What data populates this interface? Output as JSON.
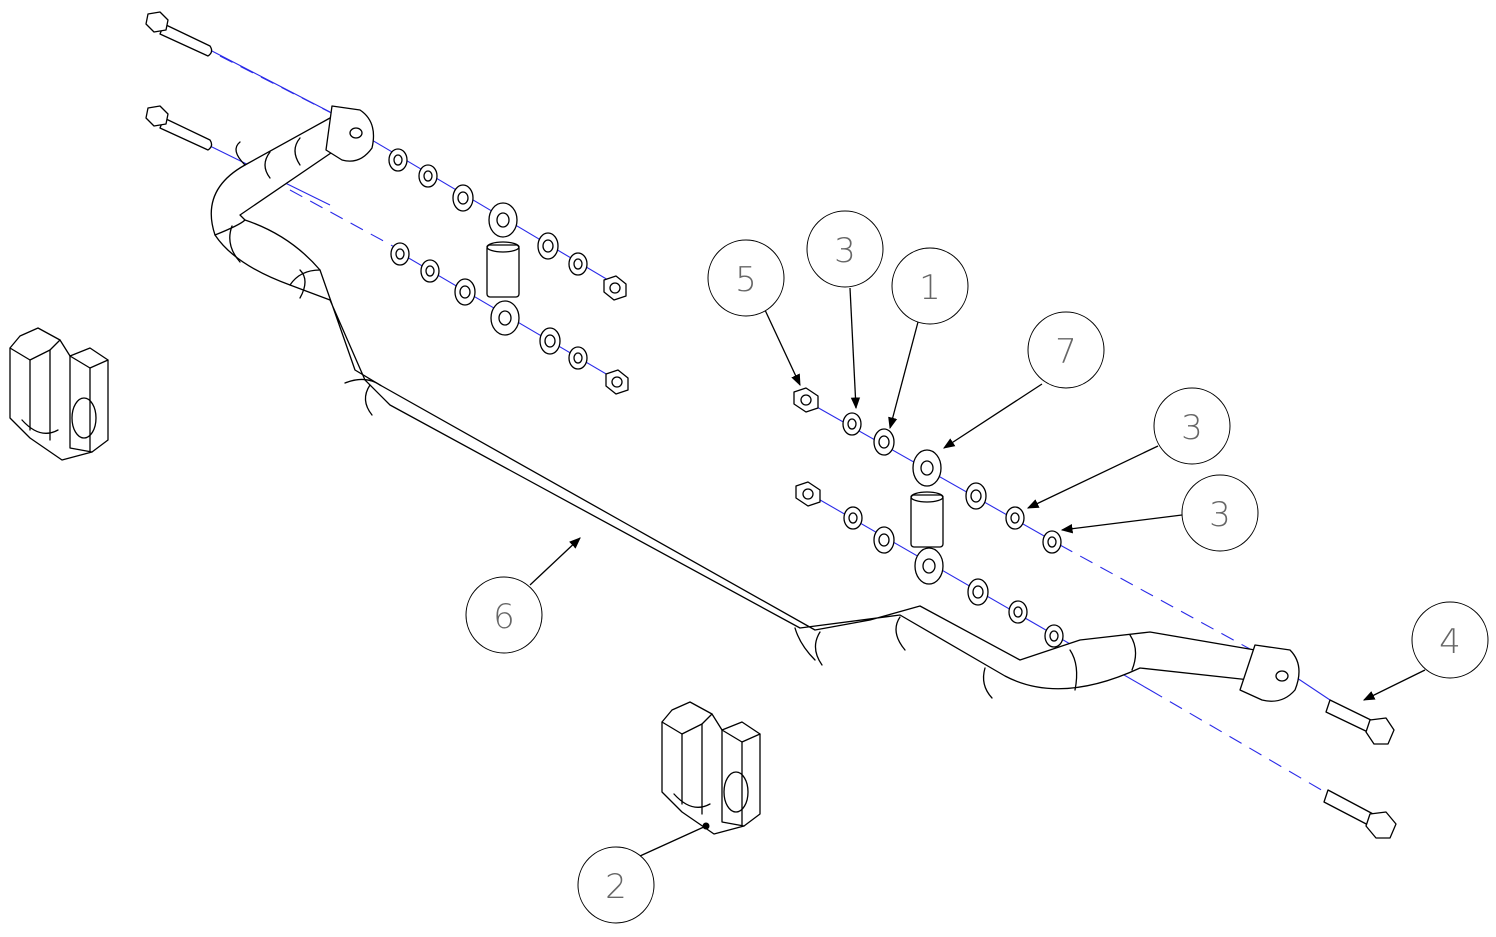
{
  "diagram": {
    "colors": {
      "line": "#000000",
      "axis": "#2a2ae8",
      "callout_text": "#666666",
      "background": "#ffffff"
    },
    "callouts": [
      {
        "id": "callout-5",
        "label": "5"
      },
      {
        "id": "callout-3a",
        "label": "3"
      },
      {
        "id": "callout-1",
        "label": "1"
      },
      {
        "id": "callout-7",
        "label": "7"
      },
      {
        "id": "callout-3b",
        "label": "3"
      },
      {
        "id": "callout-3c",
        "label": "3"
      },
      {
        "id": "callout-4",
        "label": "4"
      },
      {
        "id": "callout-6",
        "label": "6"
      },
      {
        "id": "callout-2",
        "label": "2"
      }
    ]
  }
}
